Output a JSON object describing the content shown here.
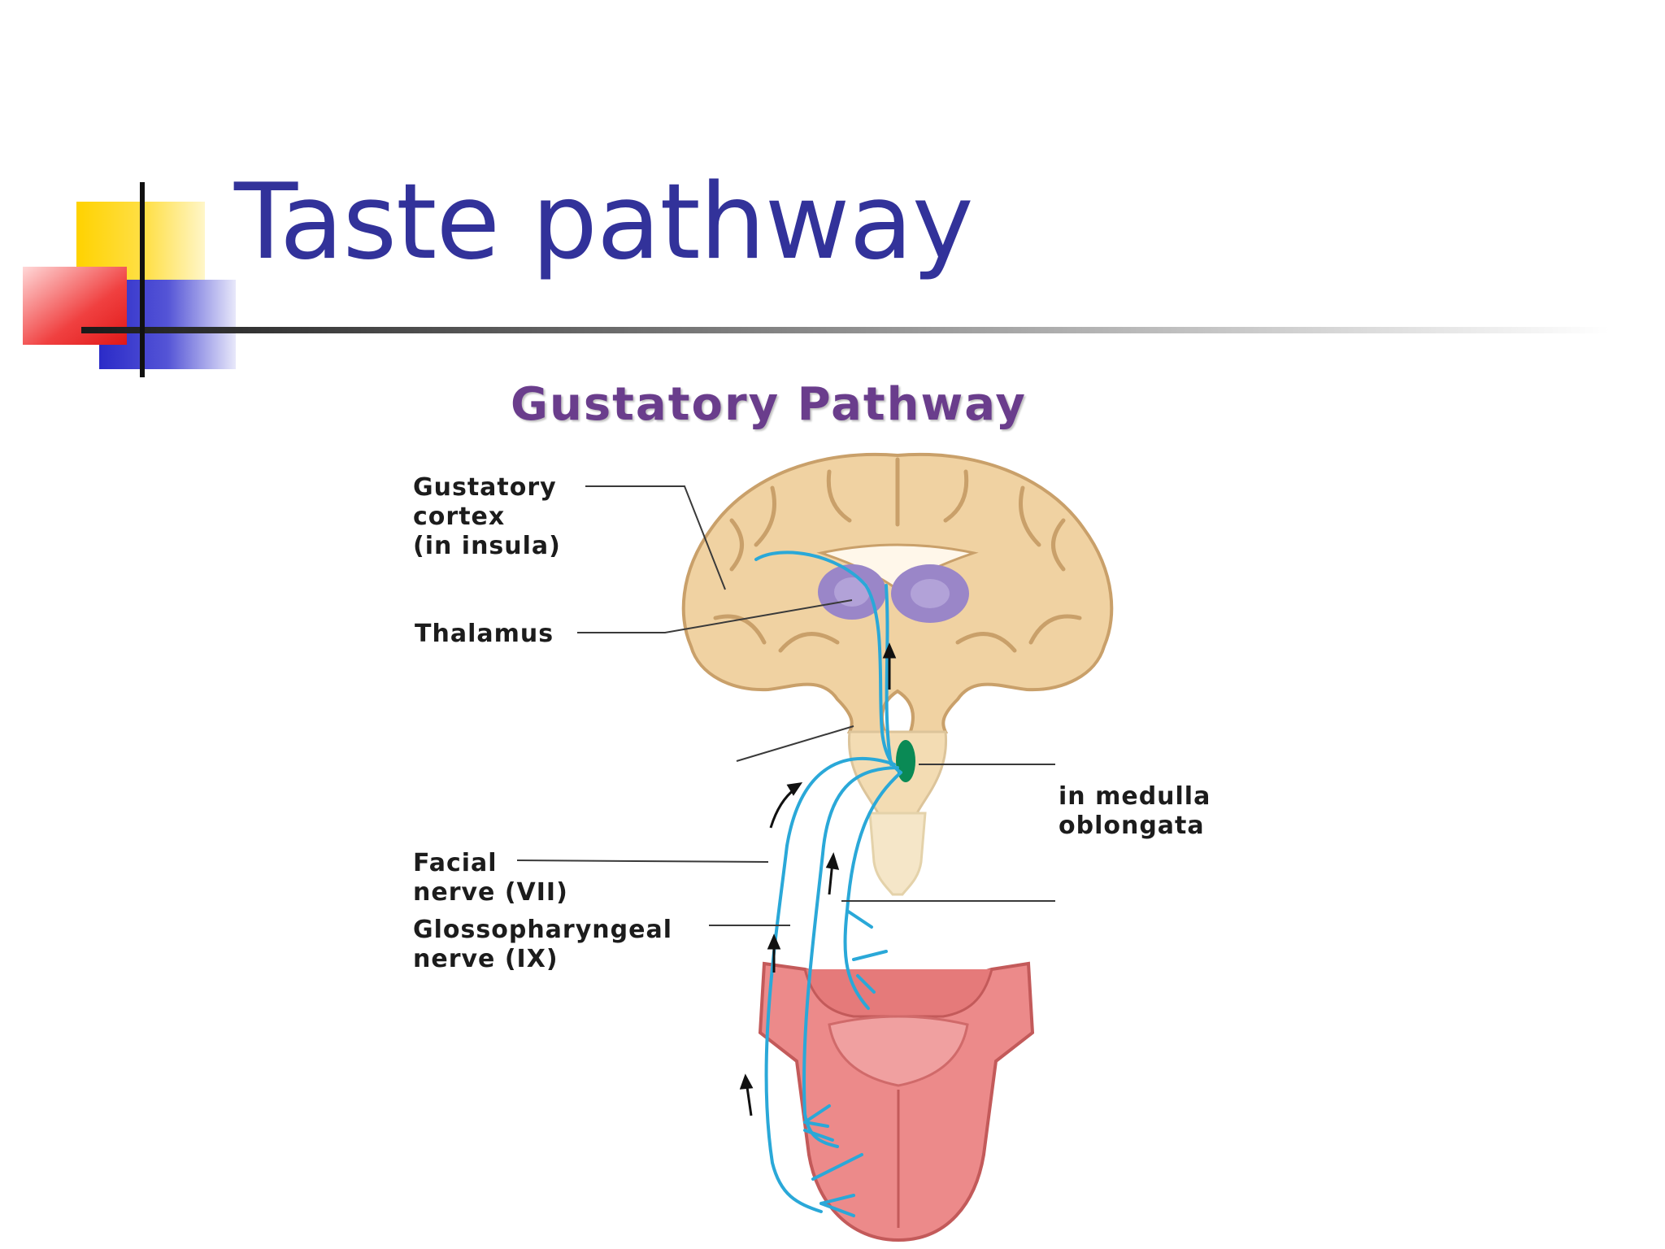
{
  "slide": {
    "title": "Taste pathway",
    "title_color": "#32329a",
    "decor_colors": {
      "yellow": "#ffd700",
      "red": "#ee2222",
      "blue": "#3333cc"
    }
  },
  "diagram": {
    "title": "Gustatory Pathway",
    "title_color": "#6a3d8c",
    "labels": {
      "gustatory_cortex": [
        "Gustatory",
        "cortex",
        "(in insula)"
      ],
      "thalamus": "Thalamus",
      "medulla": [
        "in medulla",
        "oblongata"
      ],
      "facial_nerve": [
        "Facial",
        "nerve (VII)"
      ],
      "glossopharyngeal_nerve": [
        "Glossopharyngeal",
        "nerve (IX)"
      ]
    },
    "colors": {
      "brain": "#f0d2a2",
      "brain_outline": "#c9a06a",
      "thalamus": "#9a86c8",
      "nerve": "#2aa8d8",
      "nucleus": "#0a8a55",
      "tongue": "#ec8a8a"
    }
  }
}
